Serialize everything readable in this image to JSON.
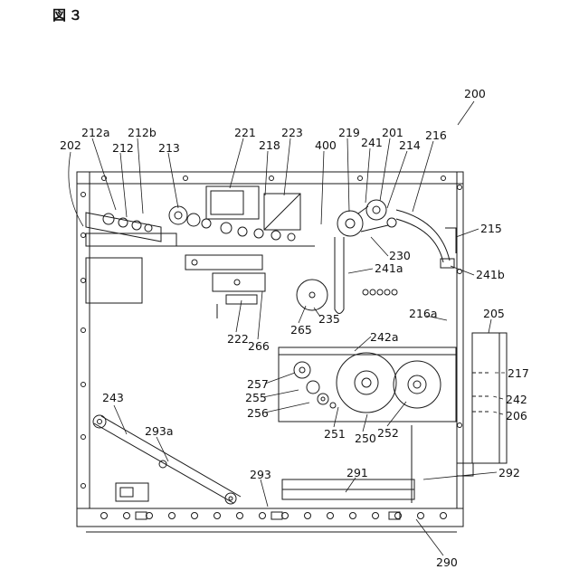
{
  "figure": {
    "title": "図３"
  },
  "drawing": {
    "ink": "#1a1a1a",
    "background": "#ffffff"
  },
  "labels": [
    {
      "text": "200"
    },
    {
      "text": "202"
    },
    {
      "text": "212a"
    },
    {
      "text": "212"
    },
    {
      "text": "212b"
    },
    {
      "text": "213"
    },
    {
      "text": "221"
    },
    {
      "text": "218"
    },
    {
      "text": "223"
    },
    {
      "text": "400"
    },
    {
      "text": "219"
    },
    {
      "text": "241"
    },
    {
      "text": "201"
    },
    {
      "text": "214"
    },
    {
      "text": "216"
    },
    {
      "text": "215"
    },
    {
      "text": "230"
    },
    {
      "text": "241a"
    },
    {
      "text": "241b"
    },
    {
      "text": "216a"
    },
    {
      "text": "205"
    },
    {
      "text": "235"
    },
    {
      "text": "222"
    },
    {
      "text": "266"
    },
    {
      "text": "265"
    },
    {
      "text": "242a"
    },
    {
      "text": "217"
    },
    {
      "text": "257"
    },
    {
      "text": "255"
    },
    {
      "text": "256"
    },
    {
      "text": "242"
    },
    {
      "text": "206"
    },
    {
      "text": "243"
    },
    {
      "text": "251"
    },
    {
      "text": "250"
    },
    {
      "text": "252"
    },
    {
      "text": "293a"
    },
    {
      "text": "293"
    },
    {
      "text": "291"
    },
    {
      "text": "292"
    },
    {
      "text": "290"
    }
  ]
}
